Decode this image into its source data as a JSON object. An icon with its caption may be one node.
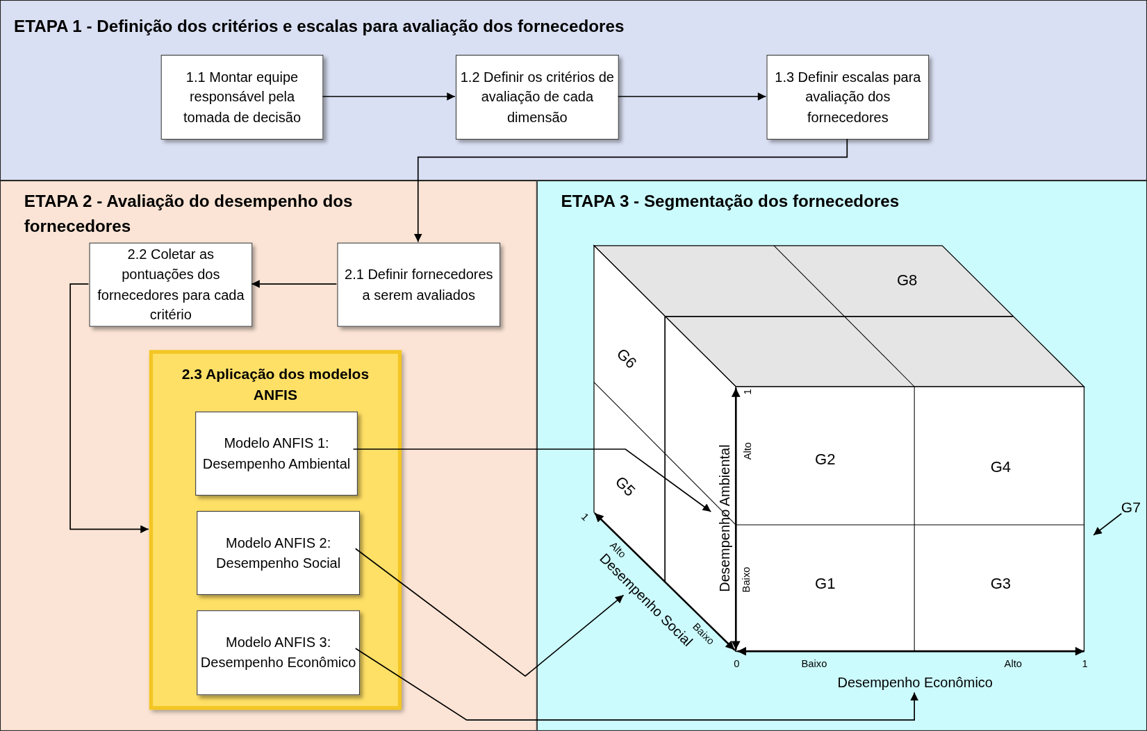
{
  "diagram": {
    "nodes": [
      {
        "text": [
          "ETAPA 1 - Definição dos critérios e escalas para avaliação dos fornecedores"
        ]
      },
      {
        "text": [
          "1.1 Montar equipe responsável pela tomada de decisão"
        ],
        "in": 0
      },
      {
        "text": [
          "1.2 Definir os critérios de avaliação de cada dimensão"
        ],
        "in": 0
      },
      {
        "text": [
          "1.3 Definir escalas para avaliação dos fornecedores"
        ],
        "in": 0
      },
      {
        "text": [
          "ETAPA 2 - Avaliação do desempenho dos fornecedores"
        ]
      },
      {
        "text": [
          "2.1 Definir fornecedores a serem avaliados"
        ],
        "in": 4
      },
      {
        "text": [
          "2.2 Coletar as pontuações dos fornecedores para cada critério"
        ],
        "in": 4
      },
      {
        "text": [
          "2.3 Aplicação dos modelos ANFIS"
        ],
        "in": 4
      },
      {
        "text": [
          "Modelo ANFIS 1: Desempenho Ambiental"
        ],
        "in": 7
      },
      {
        "text": [
          "Modelo ANFIS 2: Desempenho Social"
        ],
        "in": 7
      },
      {
        "text": [
          "Modelo ANFIS 3: Desempenho Econômico"
        ],
        "in": 7
      },
      {
        "text": [
          "ETAPA 3 - Segmentação dos fornecedores"
        ]
      },
      {
        "text": [
          "Desempenho Ambiental"
        ],
        "in": 11
      },
      {
        "text": [
          "Desempenho Social"
        ],
        "in": 11
      },
      {
        "text": [
          "Desempenho Econômico"
        ],
        "in": 11
      },
      {
        "text": [
          "G7"
        ],
        "in": 11
      }
    ],
    "edges": [
      {
        "from": 1,
        "to": 2,
        "arrow": "to"
      },
      {
        "from": 2,
        "to": 3,
        "arrow": "to"
      },
      {
        "from": 3,
        "to": 5,
        "arrow": "to"
      },
      {
        "from": 5,
        "to": 6,
        "arrow": "to"
      },
      {
        "from": 6,
        "to": 7,
        "arrow": "to"
      },
      {
        "from": 8,
        "to": 12,
        "arrow": "to"
      },
      {
        "from": 9,
        "to": 13,
        "arrow": "to"
      },
      {
        "from": 10,
        "to": 14,
        "arrow": "to"
      },
      {
        "from": 15,
        "to": null,
        "arrow": "to"
      }
    ],
    "labels": [
      "G8",
      "G6",
      "1",
      "Alto",
      "G2",
      "G4",
      "G5",
      "1",
      "Alto",
      "Baixo",
      "G1",
      "G3",
      "Baixo",
      "0",
      "Baixo",
      "Alto",
      "1"
    ]
  }
}
